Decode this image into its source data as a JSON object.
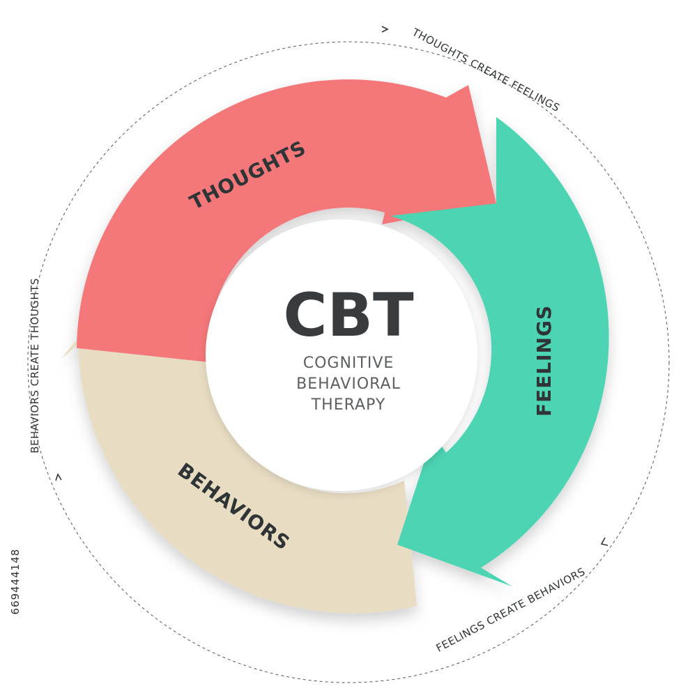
{
  "center": {
    "title": "CBT",
    "subtitle_lines": [
      "COGNITIVE",
      "BEHAVIORAL",
      "THERAPY"
    ]
  },
  "segments": [
    {
      "label": "THOUGHTS",
      "color": "#f4777a"
    },
    {
      "label": "FEELINGS",
      "color": "#4dd4b2"
    },
    {
      "label": "BEHAVIORS",
      "color": "#e8dcc3"
    }
  ],
  "outer_labels": {
    "thoughts_feelings": "THOUGHTS CREATE FEELINGS",
    "feelings_behaviors": "FEELINGS CREATE BEHAVIORS",
    "behaviors_thoughts": "BEHAVIORS CREATE  THOUGHTS"
  },
  "side_id": "669444148"
}
